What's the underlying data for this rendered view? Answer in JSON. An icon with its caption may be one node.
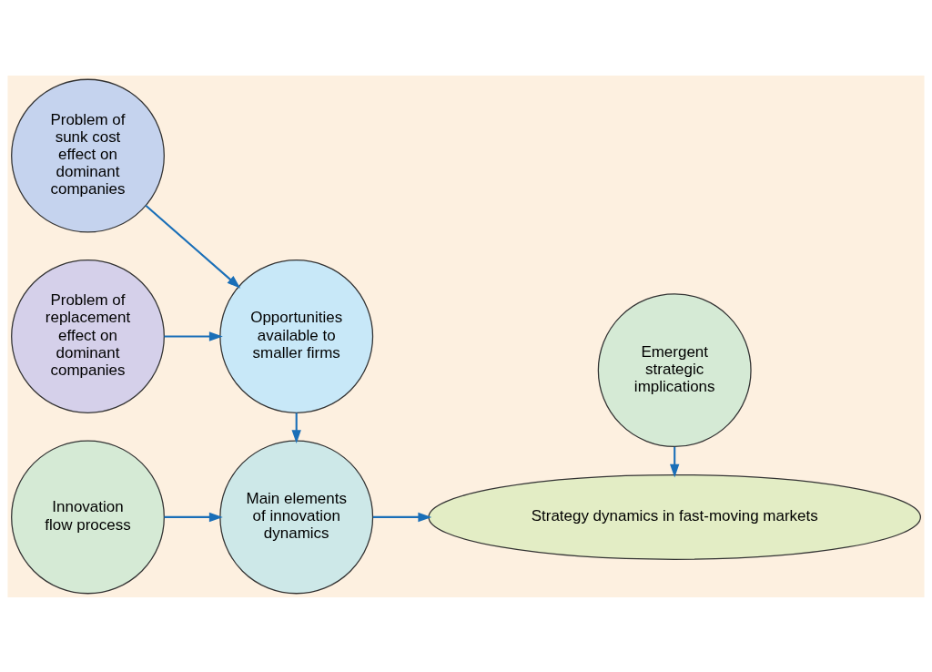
{
  "diagram": {
    "nodes": [
      {
        "text": [
          "Problem of sunk cost effect on dominant companies"
        ]
      },
      {
        "text": [
          "Opportunities available to smaller firms"
        ]
      },
      {
        "text": [
          "Problem of replacement effect on dominant companies"
        ]
      },
      {
        "text": [
          "Main elements of innovation dynamics"
        ]
      },
      {
        "text": [
          "Emergent strategic implications"
        ]
      },
      {
        "text": [
          "Innovation flow process"
        ]
      },
      {
        "text": [
          "Strategy dynamics in fast-moving markets"
        ]
      }
    ],
    "edges": [
      {
        "from": 0,
        "to": 1,
        "arrow": "to"
      },
      {
        "from": 2,
        "to": 1,
        "arrow": "to"
      },
      {
        "from": 1,
        "to": 3,
        "arrow": "to"
      },
      {
        "from": 5,
        "to": 3,
        "arrow": "to"
      },
      {
        "from": 3,
        "to": 6,
        "arrow": "to"
      },
      {
        "from": 4,
        "to": 6,
        "arrow": "to"
      }
    ]
  }
}
